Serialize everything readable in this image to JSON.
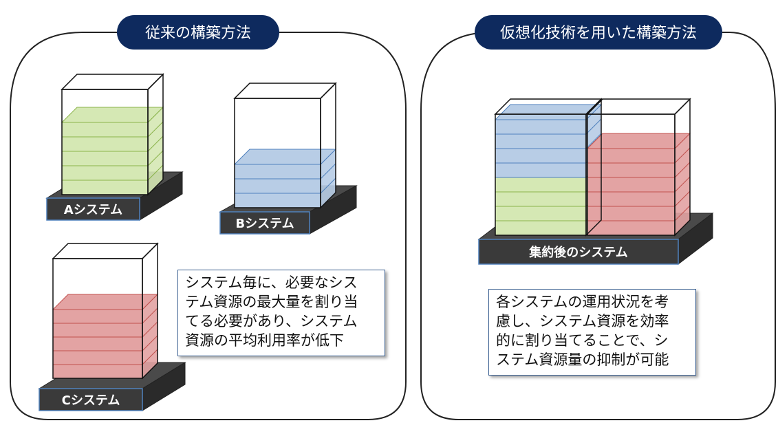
{
  "left_panel": {
    "title": "従来の構築方法",
    "systems": [
      {
        "label": "Aシステム",
        "color": "green"
      },
      {
        "label": "Bシステム",
        "color": "blue"
      },
      {
        "label": "Cシステム",
        "color": "red"
      }
    ],
    "note_lines": [
      "システム毎に、必要なシス",
      "テム資源の最大量を割り当",
      "てる必要があり、システム",
      "資源の平均利用率が低下"
    ]
  },
  "right_panel": {
    "title": "仮想化技術を用いた構築方法",
    "system_label": "集約後のシステム",
    "note_lines": [
      "各システムの運用状況を考",
      "慮し、システム資源を効率",
      "的に割り当てることで、シ",
      "ステム資源量の抑制が可能"
    ]
  },
  "colors": {
    "title_pill": "#0e2a5e",
    "base": "#3a3a3a",
    "base_side": "#2a2a2a",
    "green_fill": "#d5e8b4",
    "green_line": "#8ab34a",
    "blue_fill": "#b8cde6",
    "blue_line": "#4f81bd",
    "red_fill": "#e3a3a3",
    "red_line": "#c0504d"
  }
}
